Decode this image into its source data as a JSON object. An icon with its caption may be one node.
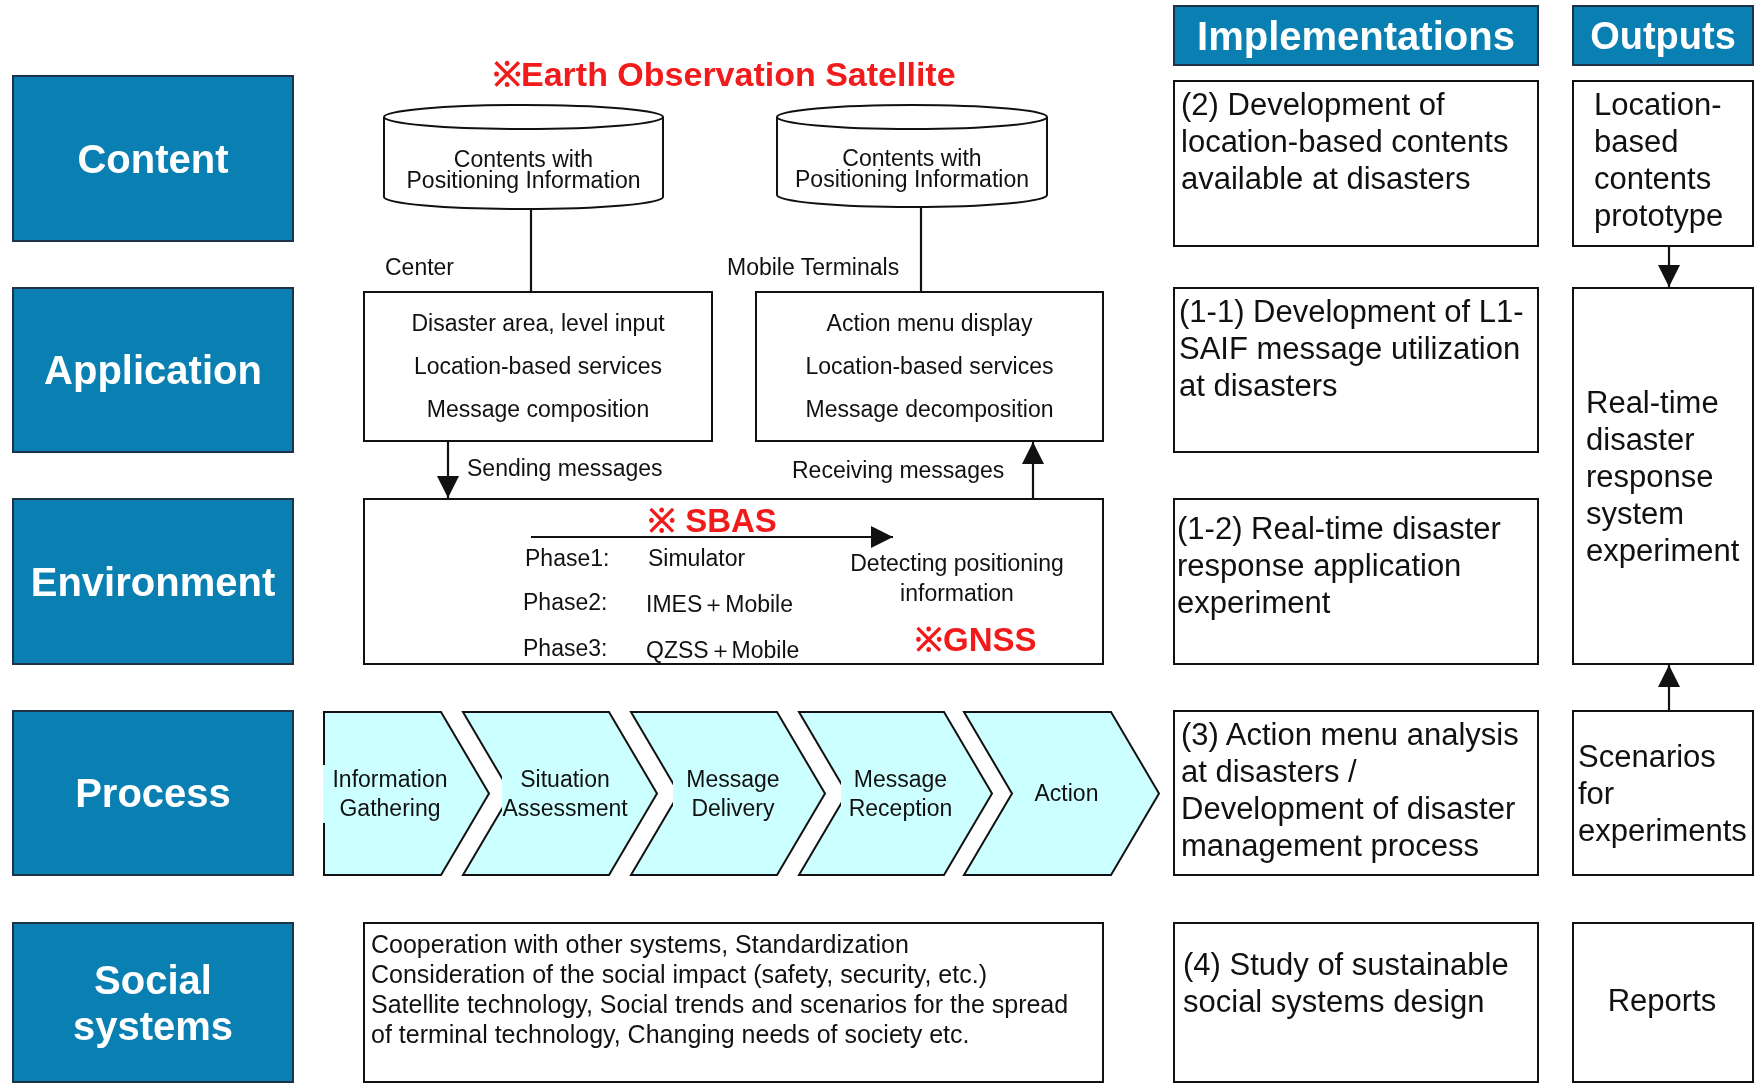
{
  "diagram": {
    "nodes": [
      {
        "text": [
          "Implementations"
        ]
      },
      {
        "text": [
          "Outputs"
        ]
      },
      {
        "text": [
          "Content"
        ]
      },
      {
        "text": [
          "Contents with Positioning Information"
        ]
      },
      {
        "text": [
          "Contents with Positioning Information"
        ]
      },
      {
        "text": [
          "(2) Development of location-based contents available at disasters"
        ]
      },
      {
        "text": [
          "Location-based contents prototype"
        ]
      },
      {
        "text": [
          "Application"
        ]
      },
      {
        "text": [
          "Disaster area, level input",
          "Location-based services",
          "Message composition"
        ],
        "beside": [
          "Center"
        ]
      },
      {
        "text": [
          "Action menu display",
          "Location-based services",
          "Message decomposition"
        ],
        "beside": [
          "Mobile Terminals"
        ]
      },
      {
        "text": [
          "(1-1) Development of L1-SAIF message utilization at disasters"
        ]
      },
      {
        "text": [
          "Real-time disaster response system experiment"
        ]
      },
      {
        "text": [
          "Environment"
        ]
      },
      {
        "text": [
          "※ SBAS",
          "Phase1:",
          "Simulator",
          "Phase2:",
          "IMES＋Mobile",
          "Phase3:",
          "QZSS＋Mobile",
          "Detecting positioning information",
          "※GNSS"
        ]
      },
      {
        "text": [
          "(1-2) Real-time disaster response application experiment"
        ]
      },
      {
        "text": [
          "Process"
        ]
      },
      {
        "text": [
          "Information Gathering"
        ]
      },
      {
        "text": [
          "Situation Assessment"
        ]
      },
      {
        "text": [
          "Message Delivery"
        ]
      },
      {
        "text": [
          "Message Reception"
        ]
      },
      {
        "text": [
          "Action"
        ]
      },
      {
        "text": [
          "(3) Action menu analysis at disasters / Development of disaster management process"
        ]
      },
      {
        "text": [
          "Scenarios for experiments"
        ]
      },
      {
        "text": [
          "Social systems"
        ]
      },
      {
        "text": [
          "Cooperation with other systems, Standardization",
          "Consideration of the social impact (safety, security, etc.)",
          "Satellite technology, Social trends and scenarios for the spread of terminal technology, Changing needs of society etc."
        ]
      },
      {
        "text": [
          "(4) Study of sustainable social systems design"
        ]
      },
      {
        "text": [
          "Reports"
        ]
      }
    ],
    "edges": [
      {
        "from": 3,
        "to": 8,
        "arrow": "none"
      },
      {
        "from": 4,
        "to": 9,
        "arrow": "none"
      },
      {
        "from": 8,
        "to": 13,
        "arrow": "to",
        "label": "Sending messages"
      },
      {
        "from": 13,
        "to": 9,
        "arrow": "to",
        "label": "Receiving messages"
      },
      {
        "from": 6,
        "to": 11,
        "arrow": "to"
      },
      {
        "from": 22,
        "to": 11,
        "arrow": "to"
      }
    ],
    "labels": [
      "※Earth Observation Satellite"
    ]
  }
}
